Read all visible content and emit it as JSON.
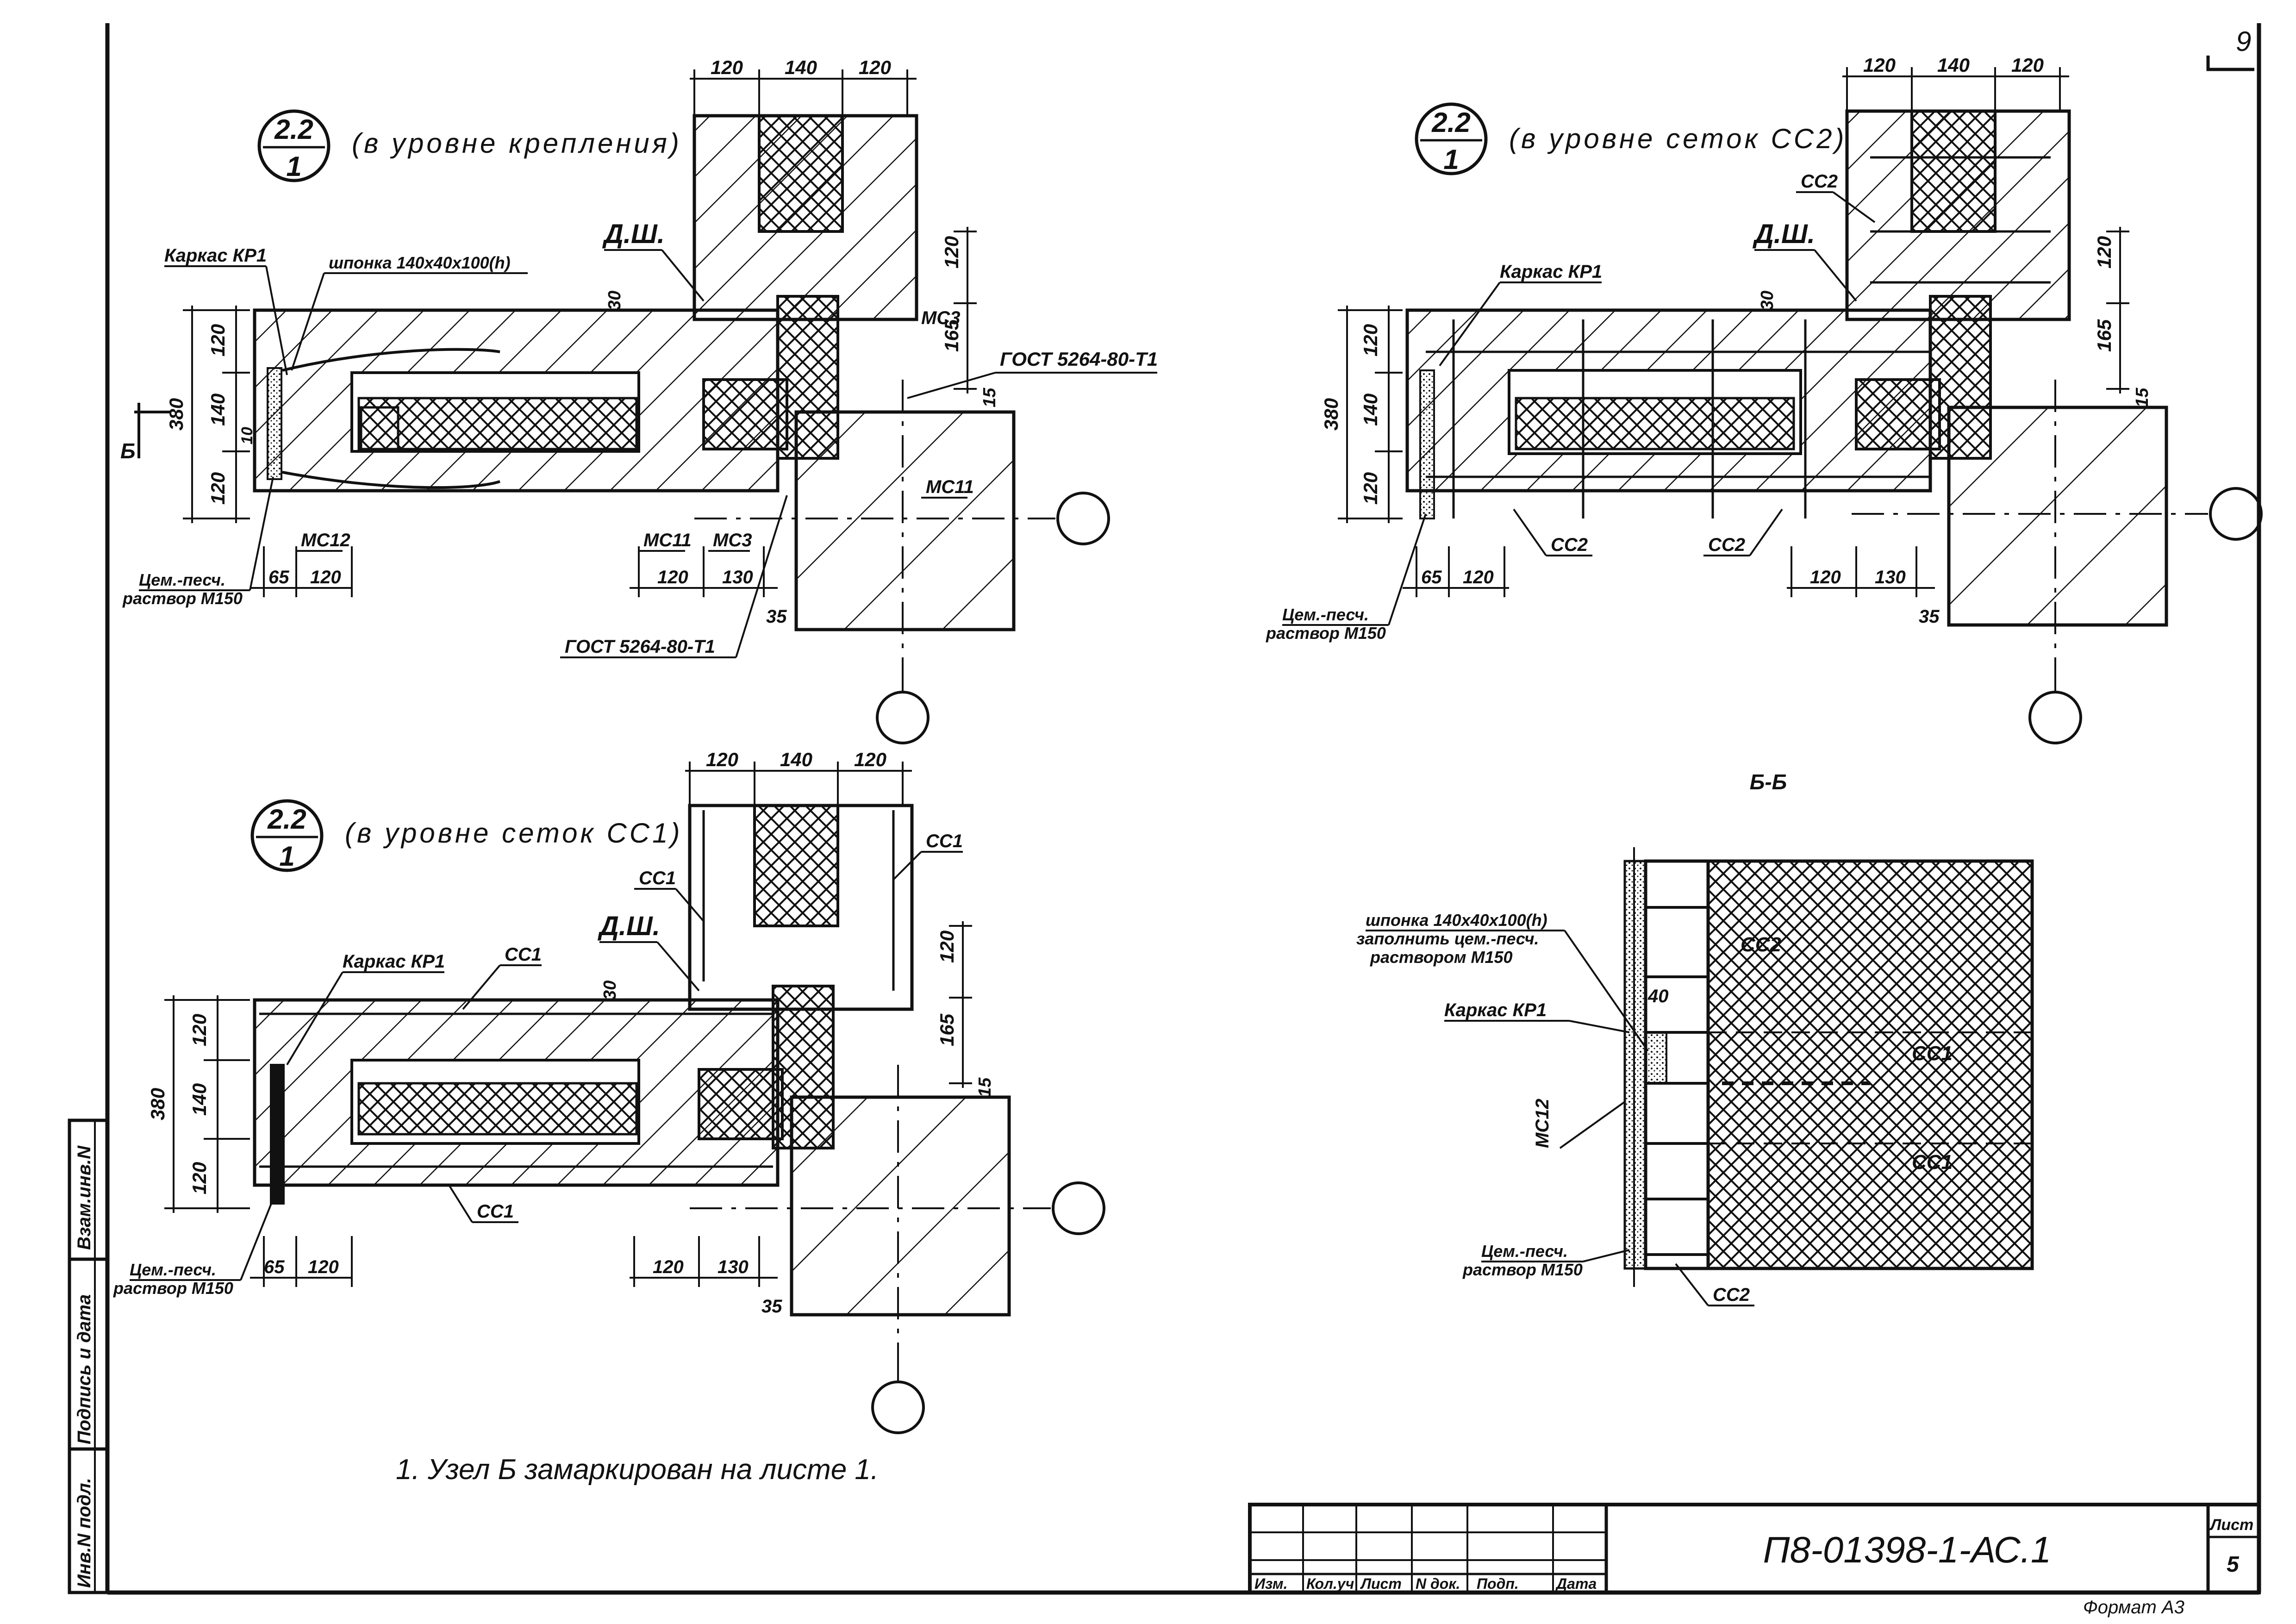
{
  "sheet_number_corner": "9",
  "details": {
    "top_left": {
      "marker_num": "2.2",
      "marker_den": "1",
      "caption": "(в уровне крепления)",
      "karkas": "Каркас КР1",
      "shponka": "шпонка 140х40х100(h)",
      "dsh": "Д.Ш.",
      "mc3_a": "МС3",
      "mc3_b": "МС3",
      "mc11_a": "МС11",
      "mc11_b": "МС11",
      "mc12": "МС12",
      "gost_a": "ГОСТ 5264-80-Т1",
      "gost_b": "ГОСТ 5264-80-Т1",
      "mortar_a": "Цем.-песч.",
      "mortar_b": "раствор М150",
      "section_mark": "Б",
      "dims": {
        "w120a": "120",
        "w140": "140",
        "w120b": "120",
        "d120": "120",
        "d165": "165",
        "d15": "15",
        "d30": "30",
        "d380": "380",
        "v120a": "120",
        "v140": "140",
        "v120b": "120",
        "d10": "10",
        "b65": "65",
        "b120": "120",
        "b120r": "120",
        "b130": "130",
        "b35": "35"
      }
    },
    "top_right": {
      "marker_num": "2.2",
      "marker_den": "1",
      "caption": "(в уровне сеток СС2)",
      "karkas": "Каркас КР1",
      "cc2_a": "СС2",
      "cc2_b": "СС2",
      "cc2_c": "СС2",
      "dsh": "Д.Ш.",
      "mortar_a": "Цем.-песч.",
      "mortar_b": "раствор М150",
      "dims": {
        "w120a": "120",
        "w140": "140",
        "w120b": "120",
        "d120": "120",
        "d165": "165",
        "d15": "15",
        "d30": "30",
        "d380": "380",
        "v120a": "120",
        "v140": "140",
        "v120b": "120",
        "b65": "65",
        "b120": "120",
        "b120r": "120",
        "b130": "130",
        "b35": "35"
      }
    },
    "bottom_left": {
      "marker_num": "2.2",
      "marker_den": "1",
      "caption": "(в уровне сеток СС1)",
      "karkas": "Каркас КР1",
      "cc1_a": "СС1",
      "cc1_b": "СС1",
      "cc1_c": "СС1",
      "cc1_d": "СС1",
      "dsh": "Д.Ш.",
      "mortar_a": "Цем.-песч.",
      "mortar_b": "раствор М150",
      "dims": {
        "w120a": "120",
        "w140": "140",
        "w120b": "120",
        "d120": "120",
        "d165": "165",
        "d15": "15",
        "d30": "30",
        "d380": "380",
        "v120a": "120",
        "v140": "140",
        "v120b": "120",
        "b65": "65",
        "b120": "120",
        "b120r": "120",
        "b130": "130",
        "b35": "35"
      }
    },
    "section_bb": {
      "title": "Б-Б",
      "shponka_a": "шпонка 140х40х100(h)",
      "shponka_b": "заполнить цем.-песч.",
      "shponka_c": "раствором М150",
      "karkas": "Каркас КР1",
      "d40": "40",
      "mc12": "МС12",
      "cc2_a": "СС2",
      "cc1_a": "СС1",
      "cc1_b": "СС1",
      "cc2_b": "СС2",
      "mortar_a": "Цем.-песч.",
      "mortar_b": "раствор М150"
    }
  },
  "note": "1. Узел Б замаркирован на листе 1.",
  "side_stamp": {
    "cell_1": "Инв.N подл.",
    "cell_2": "Подпись и дата",
    "cell_3": "Взам.инв.N"
  },
  "title_block": {
    "code": "П8-01398-1-АС.1",
    "sheet_label": "Лист",
    "sheet_value": "5",
    "format": "Формат А3",
    "cols": [
      "Изм.",
      "Кол.уч",
      "Лист",
      "N док.",
      "Подп.",
      "Дата"
    ]
  },
  "colors": {
    "ink": "#111111",
    "paper": "#ffffff"
  }
}
